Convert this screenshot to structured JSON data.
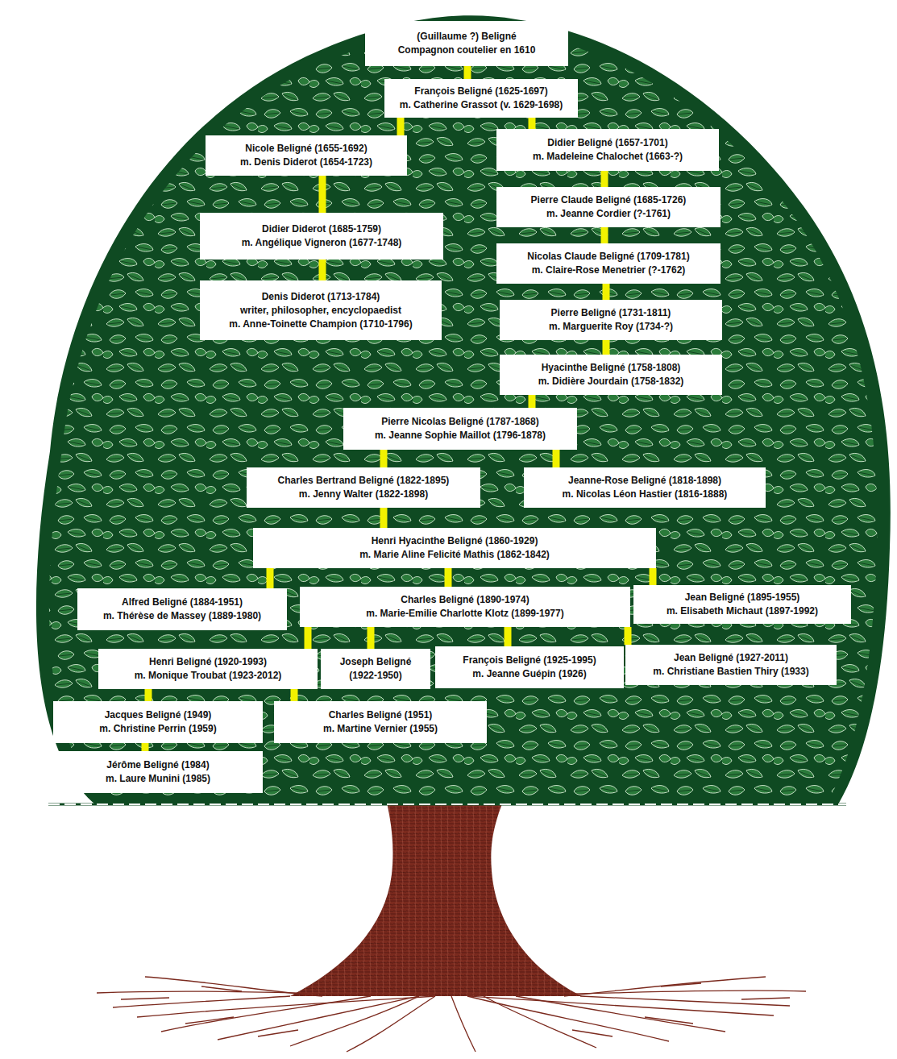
{
  "diagram": {
    "nodes": [
      {
        "text": [
          "(Guillaume ?) Beligné",
          "Compagnon coutelier en 1610"
        ]
      },
      {
        "text": [
          "François Beligné (1625-1697)",
          "m. Catherine Grassot (v. 1629-1698)"
        ]
      },
      {
        "text": [
          "Nicole Beligné (1655-1692)",
          "m. Denis Diderot (1654-1723)"
        ]
      },
      {
        "text": [
          "Didier Beligné (1657-1701)",
          "m. Madeleine Chalochet (1663-?)"
        ]
      },
      {
        "text": [
          "Didier Diderot (1685-1759)",
          "m. Angélique Vigneron (1677-1748)"
        ]
      },
      {
        "text": [
          "Denis Diderot (1713-1784)",
          "writer, philosopher, encyclopaedist",
          "m. Anne-Toinette Champion (1710-1796)"
        ]
      },
      {
        "text": [
          "Pierre Claude Beligné (1685-1726)",
          "m. Jeanne Cordier (?-1761)"
        ]
      },
      {
        "text": [
          "Nicolas Claude Beligné (1709-1781)",
          "m. Claire-Rose Menetrier (?-1762)"
        ]
      },
      {
        "text": [
          "Pierre Beligné (1731-1811)",
          "m. Marguerite Roy (1734-?)"
        ]
      },
      {
        "text": [
          "Hyacinthe Beligné (1758-1808)",
          "m. Didière Jourdain (1758-1832)"
        ]
      },
      {
        "text": [
          "Pierre Nicolas Beligné (1787-1868)",
          "m. Jeanne Sophie Maillot (1796-1878)"
        ]
      },
      {
        "text": [
          "Charles Bertrand Beligné (1822-1895)",
          "m. Jenny Walter (1822-1898)"
        ]
      },
      {
        "text": [
          "Jeanne-Rose Beligné (1818-1898)",
          "m. Nicolas Léon Hastier (1816-1888)"
        ]
      },
      {
        "text": [
          "Henri Hyacinthe Beligné (1860-1929)",
          "m. Marie Aline Felicité Mathis (1862-1842)"
        ]
      },
      {
        "text": [
          "Alfred Beligné (1884-1951)",
          "m. Thérèse de Massey (1889-1980)"
        ]
      },
      {
        "text": [
          "Charles Beligné (1890-1974)",
          "m. Marie-Emilie Charlotte Klotz (1899-1977)"
        ]
      },
      {
        "text": [
          "Jean Beligné (1895-1955)",
          "m. Elisabeth Michaut (1897-1992)"
        ]
      },
      {
        "text": [
          "Henri Beligné (1920-1993)",
          "m. Monique Troubat (1923-2012)"
        ]
      },
      {
        "text": [
          "Joseph Beligné",
          "(1922-1950)"
        ]
      },
      {
        "text": [
          "François Beligné (1925-1995)",
          "m. Jeanne Guépin (1926)"
        ]
      },
      {
        "text": [
          "Jean Beligné (1927-2011)",
          "m. Christiane Bastien Thiry (1933)"
        ]
      },
      {
        "text": [
          "Jacques Beligné (1949)",
          "m. Christine Perrin (1959)"
        ]
      },
      {
        "text": [
          "Charles Beligné (1951)",
          "m. Martine Vernier (1955)"
        ]
      },
      {
        "text": [
          "Jérôme Beligné (1984)",
          "m. Laure Munini (1985)"
        ]
      }
    ],
    "edges": [
      {
        "from": 0,
        "to": 1,
        "arrow": "none"
      },
      {
        "from": 1,
        "to": 2,
        "arrow": "none"
      },
      {
        "from": 1,
        "to": 3,
        "arrow": "none"
      },
      {
        "from": 2,
        "to": 4,
        "arrow": "none"
      },
      {
        "from": 4,
        "to": 5,
        "arrow": "none"
      },
      {
        "from": 3,
        "to": 6,
        "arrow": "none"
      },
      {
        "from": 6,
        "to": 7,
        "arrow": "none"
      },
      {
        "from": 7,
        "to": 8,
        "arrow": "none"
      },
      {
        "from": 8,
        "to": 9,
        "arrow": "none"
      },
      {
        "from": 9,
        "to": 10,
        "arrow": "none"
      },
      {
        "from": 10,
        "to": 11,
        "arrow": "none"
      },
      {
        "from": 10,
        "to": 12,
        "arrow": "none"
      },
      {
        "from": 11,
        "to": 13,
        "arrow": "none"
      },
      {
        "from": 13,
        "to": 14,
        "arrow": "none"
      },
      {
        "from": 13,
        "to": 15,
        "arrow": "none"
      },
      {
        "from": 13,
        "to": 16,
        "arrow": "none"
      },
      {
        "from": 15,
        "to": 17,
        "arrow": "none"
      },
      {
        "from": 15,
        "to": 18,
        "arrow": "none"
      },
      {
        "from": 15,
        "to": 19,
        "arrow": "none"
      },
      {
        "from": 15,
        "to": 20,
        "arrow": "none"
      },
      {
        "from": 17,
        "to": 21,
        "arrow": "none"
      },
      {
        "from": 17,
        "to": 22,
        "arrow": "none"
      },
      {
        "from": 21,
        "to": 23,
        "arrow": "none"
      }
    ]
  }
}
